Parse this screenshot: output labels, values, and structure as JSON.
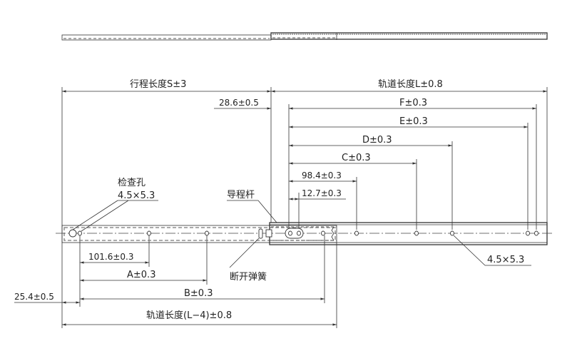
{
  "labels": {
    "stroke": "行程长度S±3",
    "rail_length": "轨道长度L±0.8",
    "offset_28": "28.6±0.5",
    "F": "F±0.3",
    "E": "E±0.3",
    "D": "D±0.3",
    "C": "C±0.3",
    "d98": "98.4±0.3",
    "d12": "12.7±0.3",
    "inspect_hole": "检查孔",
    "hole_size_left": "4.5×5.3",
    "lead_rod": "导程杆",
    "d101": "101.6±0.3",
    "A": "A±0.3",
    "break_spring": "断开弹簧",
    "B": "B±0.3",
    "d25": "25.4±0.5",
    "inner_length": "轨道长度(L−4)±0.8",
    "hole_size_right": "4.5×5.3"
  },
  "colors": {
    "line": "#333333",
    "text": "#222222"
  }
}
